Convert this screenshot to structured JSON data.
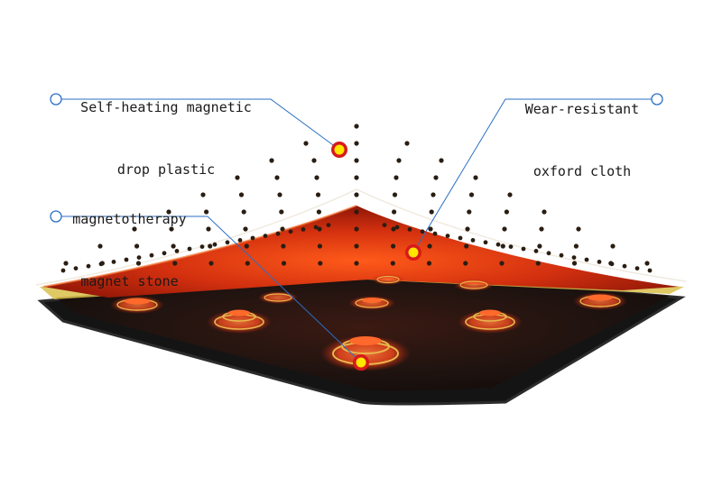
{
  "callouts": {
    "self_heating": {
      "line1": "Self-heating magnetic",
      "line2": "drop plastic"
    },
    "oxford": {
      "line1": "Wear-resistant",
      "line2": "oxford cloth"
    },
    "magnet": {
      "line1": "magnetotherapy",
      "line2": "magnet stone"
    }
  },
  "colors": {
    "leader_line": "#2a6fc4",
    "marker_outer": "#d7191c",
    "marker_inner": "#ffe500",
    "pad_red": "#c0210f",
    "pad_dark": "#1c1513",
    "base_black": "#151515",
    "gold_edge": "#d9c04a",
    "dots": "#2a1d12"
  }
}
